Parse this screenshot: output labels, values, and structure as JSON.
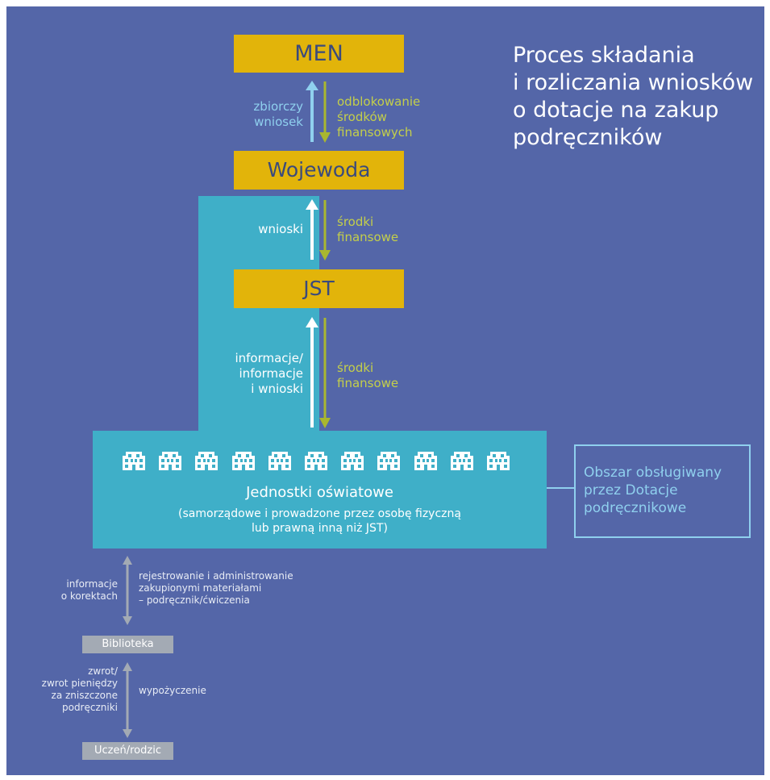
{
  "title": "Proces składania\ni rozliczania wniosków\no dotacje na zakup\npodręczników",
  "boxes": {
    "men": "MEN",
    "wojewoda": "Wojewoda",
    "jst": "JST",
    "units_title": "Jednostki oświatowe",
    "units_subtitle_1": "(samorządowe i prowadzone przez osobę fizyczną",
    "units_subtitle_2": "lub prawną inną niż JST)",
    "biblioteka": "Biblioteka",
    "uczen": "Uczeń/rodzic"
  },
  "flows": {
    "men_woj_up_1": "zbiorczy",
    "men_woj_up_2": "wniosek",
    "men_woj_down_1": "odblokowanie",
    "men_woj_down_2": "środków",
    "men_woj_down_3": "finansowych",
    "woj_jst_up": "wnioski",
    "woj_jst_down_1": "środki",
    "woj_jst_down_2": "finansowe",
    "jst_units_up_1": "informacje/",
    "jst_units_up_2": "informacje",
    "jst_units_up_3": "i wnioski",
    "jst_units_down_1": "środki",
    "jst_units_down_2": "finansowe",
    "units_lib_left_1": "informacje",
    "units_lib_left_2": "o korektach",
    "units_lib_right_1": "rejestrowanie i administrowanie",
    "units_lib_right_2": "zakupionymi materiałami",
    "units_lib_right_3": "– podręcznik/ćwiczenia",
    "lib_uczen_left_1": "zwrot/",
    "lib_uczen_left_2": "zwrot pieniędzy",
    "lib_uczen_left_3": "za zniszczone",
    "lib_uczen_left_4": "podręczniki",
    "lib_uczen_right": "wypożyczenie"
  },
  "legend": {
    "line_1": "Obszar obsługiwany",
    "line_2": "przez Dotacje",
    "line_3": "podręcznikowe"
  },
  "building_count": 11,
  "colors": {
    "background": "#5466a8",
    "yellow_box": "#e2b40a",
    "teal_area": "#3fafc8",
    "arrow_blue": "#8fd0ee",
    "arrow_green": "#a9b72f",
    "grey": "#a3aab4"
  }
}
